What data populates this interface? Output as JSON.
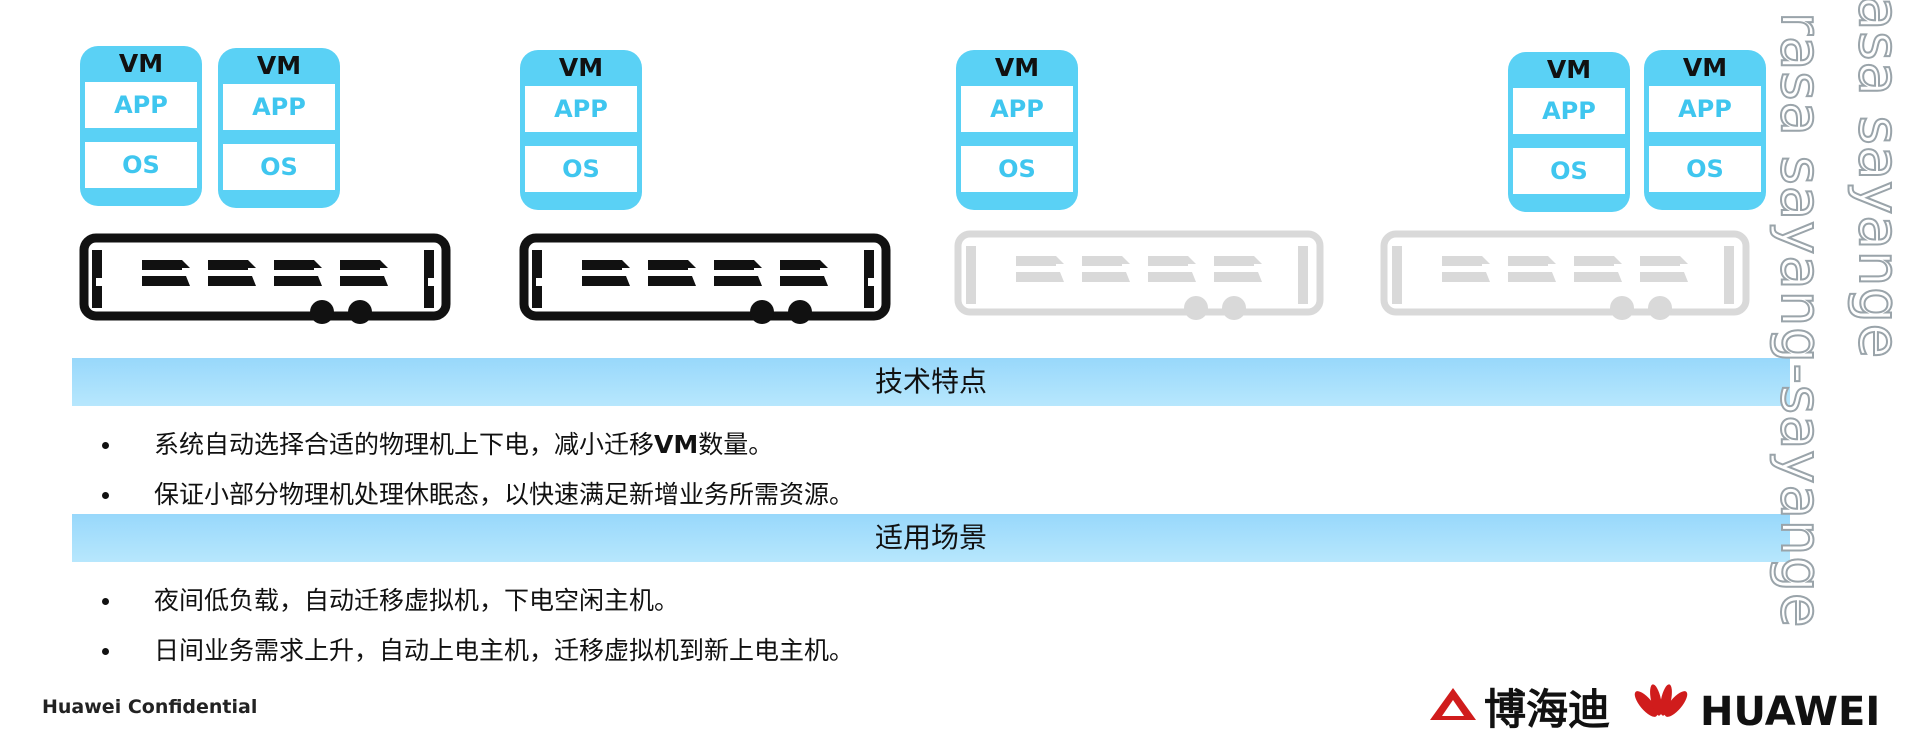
{
  "vm": {
    "title": "VM",
    "app": "APP",
    "os": "OS"
  },
  "sections": [
    {
      "heading": "技术特点",
      "bullets": [
        [
          "系统自动选择合适的物理机上下电，减小迁移",
          "VM",
          "数量。"
        ],
        [
          "保证小部分物理机处理休眠态，以快速满足新增业务所需资源。"
        ]
      ]
    },
    {
      "heading": "适用场景",
      "bullets": [
        [
          "夜间低负载，自动迁移虚拟机，下电空闲主机。"
        ],
        [
          "日间业务需求上升，自动上电主机，迁移虚拟机到新上电主机。"
        ]
      ]
    }
  ],
  "watermark": {
    "line1": "rasa sayang-sayange",
    "line2": "rasa sayange"
  },
  "footer": {
    "confidential": "Huawei Confidential"
  },
  "logos": {
    "brand_cn": "博海迪",
    "brand_en": "HUAWEI"
  },
  "colors": {
    "vm_blue": "#5ad1f5",
    "server_active": "#111111",
    "server_idle": "#d9d9d9",
    "banner_blue": "#a8dffc"
  }
}
